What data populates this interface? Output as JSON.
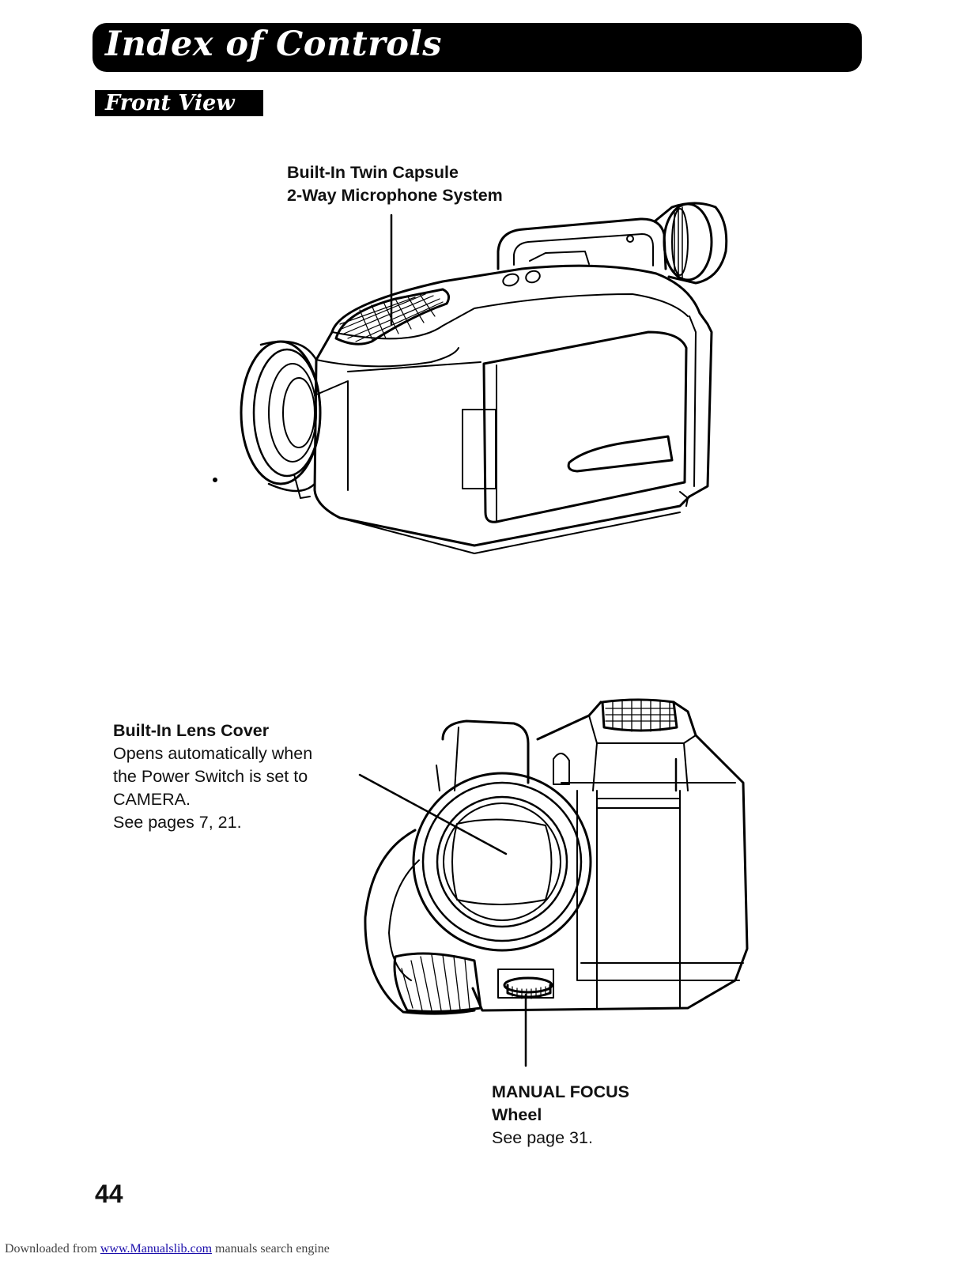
{
  "header": {
    "title": "Index of Controls"
  },
  "section": {
    "title": "Front View"
  },
  "callouts": {
    "microphone": {
      "line1": "Built-In Twin Capsule",
      "line2": "2-Way Microphone System"
    },
    "lens_cover": {
      "title": "Built-In Lens Cover",
      "line1": "Opens automatically when",
      "line2": "the Power Switch is set to",
      "line3": "CAMERA.",
      "line4": "See pages 7, 21."
    },
    "manual_focus": {
      "line1": "MANUAL FOCUS",
      "line2": "Wheel",
      "line3": "See page 31."
    }
  },
  "page_number": "44",
  "footer": {
    "prefix": "Downloaded from ",
    "link": "www.Manualslib.com",
    "suffix": " manuals search engine"
  }
}
